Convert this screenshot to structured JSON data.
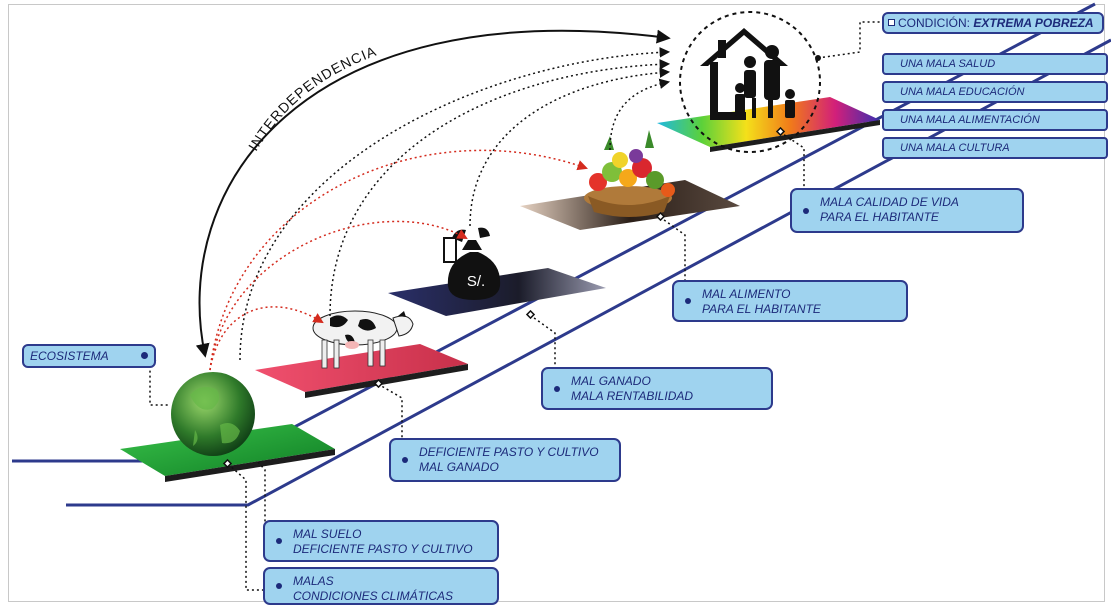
{
  "title": {
    "prefix": "CONDICIÓN: ",
    "emphasis": "EXTREMA POBREZA"
  },
  "arc_label": "INTERDEPENDENCIA",
  "ecosystem_label": "ECOSISTEMA",
  "money_symbol": "S/.",
  "right_boxes": [
    "UNA MALA SALUD",
    "UNA MALA EDUCACIÓN",
    "UNA MALA ALIMENTACIÓN",
    "UNA MALA CULTURA"
  ],
  "boxes": {
    "calidad": [
      "MALA CALIDAD DE VIDA",
      "PARA EL HABITANTE"
    ],
    "alimento": [
      "MAL ALIMENTO",
      "PARA EL HABITANTE"
    ],
    "ganado": [
      "MAL GANADO",
      "MALA RENTABILIDAD"
    ],
    "pasto": [
      "DEFICIENTE PASTO Y CULTIVO",
      "MAL GANADO"
    ],
    "suelo": [
      "MAL SUELO",
      "DEFICIENTE PASTO Y CULTIVO"
    ],
    "clima": [
      "MALAS",
      "CONDICIONES CLIMÁTICAS"
    ]
  },
  "colors": {
    "line": "#2d3a8c",
    "box_fill": "#9fd3ef",
    "red_arrow": "#d42b1e",
    "platform_green": "#1fa83a",
    "platform_red": "#e0435d",
    "platform_dark": "#1c1f3a"
  }
}
